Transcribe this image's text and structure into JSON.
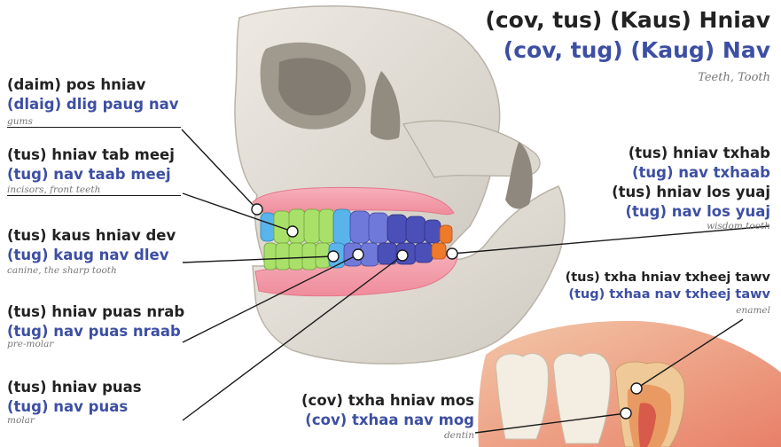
{
  "title": {
    "hmong": "(cov, tus) (Kaus) Hniav",
    "white_hmong": "(cov, tug) (Kaug) Nav",
    "english": "Teeth, Tooth"
  },
  "labels": [
    {
      "key": "gums",
      "hmong": "(daim) pos hniav",
      "white_hmong": "(dlaig) dlig paug nav",
      "english": "gums"
    },
    {
      "key": "incisors",
      "hmong": "(tus) hniav tab meej",
      "white_hmong": "(tug) nav taab meej",
      "english": "incisors, front teeth"
    },
    {
      "key": "canine",
      "hmong": "(tus) kaus hniav dev",
      "white_hmong": "(tug) kaug nav dlev",
      "english": "canine, the sharp tooth"
    },
    {
      "key": "premolar",
      "hmong": "(tus) hniav puas nrab",
      "white_hmong": "(tug) nav puas nraab",
      "english": "pre-molar"
    },
    {
      "key": "molar",
      "hmong": "(tus) hniav puas",
      "white_hmong": "(tug) nav puas",
      "english": "molar"
    },
    {
      "key": "wisdom",
      "hmong": "(tus) hniav txhab",
      "white_hmong": "(tug) nav txhaab",
      "hmong_2": "(tus) hniav los yuaj",
      "white_hmong_2": "(tug) nav los yuaj",
      "english": "wisdom tooth"
    },
    {
      "key": "enamel",
      "hmong": "(tus) txha hniav txheej tawv",
      "white_hmong": "(tug) txhaa nav txheej tawv",
      "english": "enamel"
    },
    {
      "key": "dentin",
      "hmong": "(cov) txha hniav mos",
      "white_hmong": "(cov) txhaa nav mog",
      "english": "dentin"
    }
  ],
  "colors": {
    "hmong_text": "#222222",
    "white_hmong_text": "#3d4fa3",
    "english_text": "#777777",
    "gums": "#f4a0ac",
    "incisors": "#a8e06a",
    "canine": "#5ab4ec",
    "premolar": "#6f79d9",
    "molar": "#4b4fb8",
    "wisdom": "#ef7a2a",
    "skull": "#e4e0d8"
  }
}
